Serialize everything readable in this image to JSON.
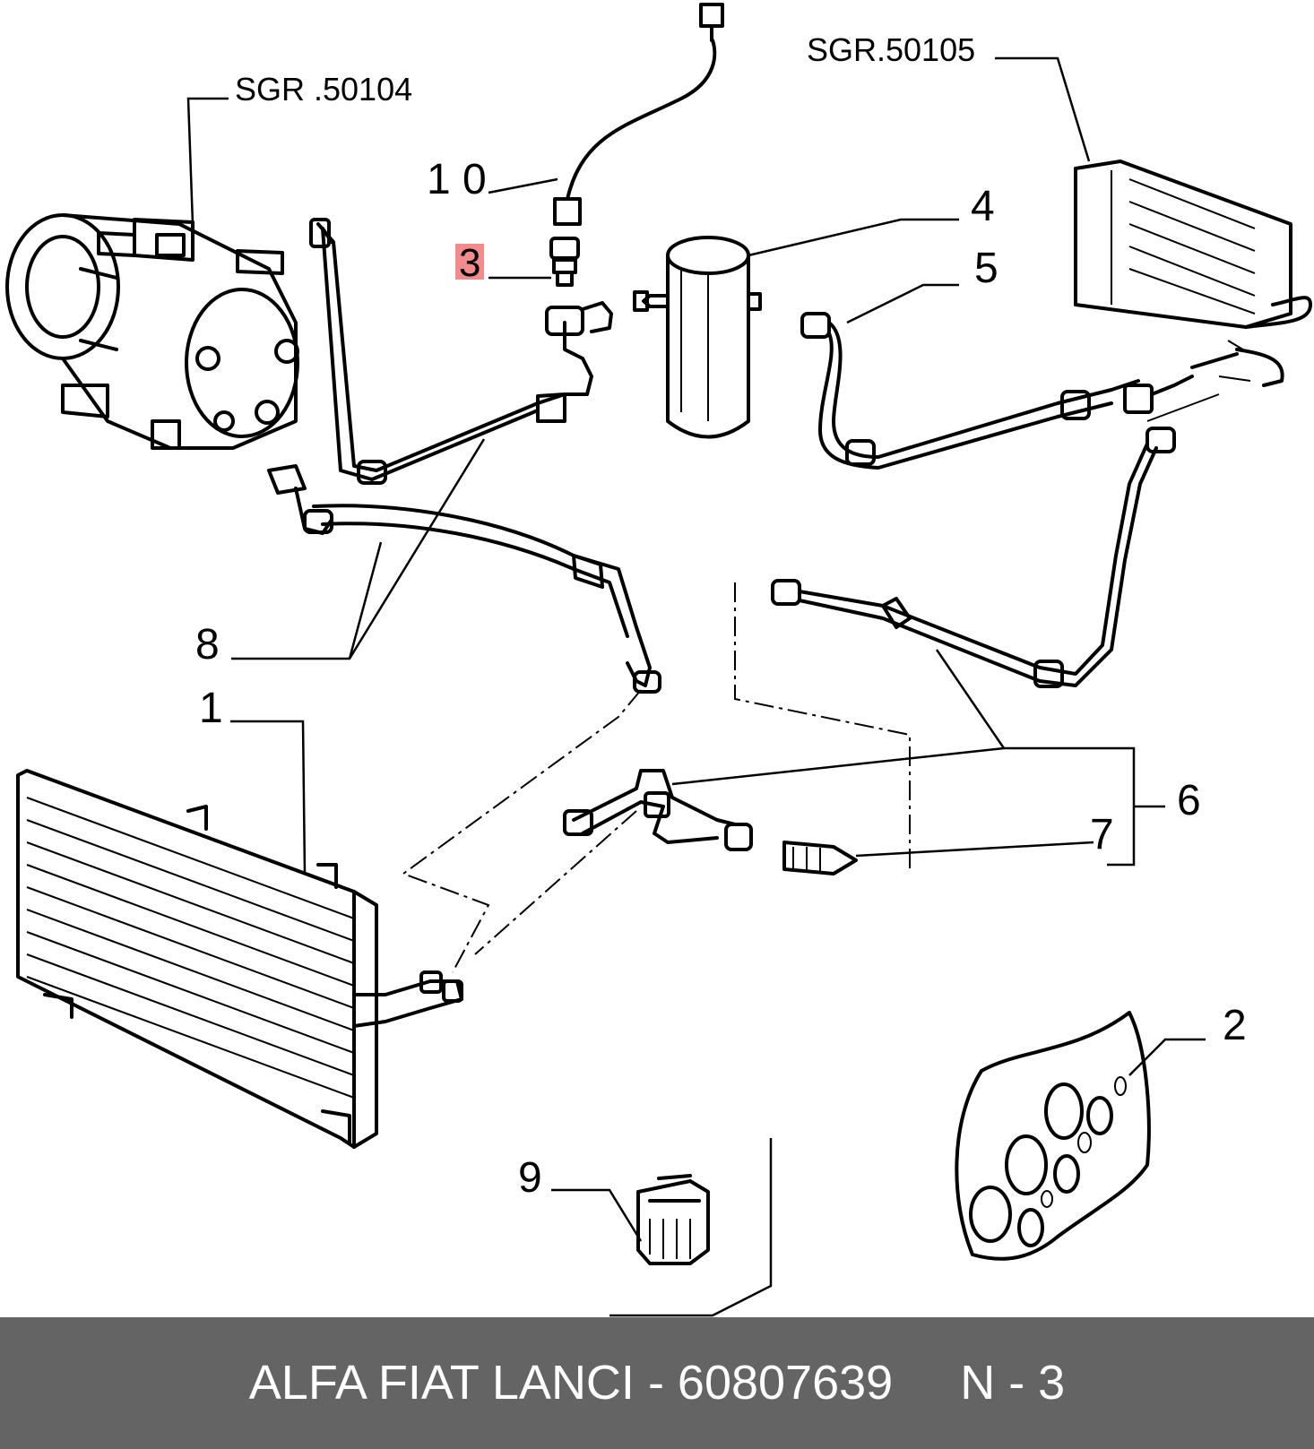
{
  "diagram": {
    "labels": {
      "sgr_compressor": "SGR .50104",
      "sgr_evaporator": "SGR.50105",
      "part_1": "1",
      "part_2": "2",
      "part_3": "3",
      "part_4": "4",
      "part_5": "5",
      "part_6": "6",
      "part_7": "7",
      "part_8": "8",
      "part_9": "9",
      "part_10": "1 0"
    },
    "highlight": {
      "part": "3",
      "color": "#f28b8b"
    }
  },
  "footer": {
    "text": "ALFA FIAT LANCI - 60807639     N - 3",
    "background": "#646464",
    "color": "#ffffff"
  }
}
